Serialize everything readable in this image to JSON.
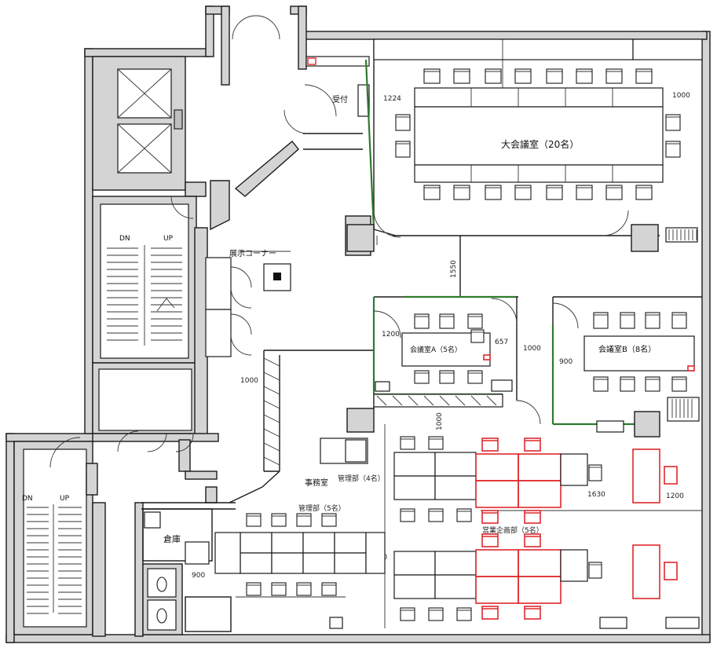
{
  "labels": {
    "large_meeting": "大会議室（20名）",
    "meeting_a": "会議室A（5名）",
    "meeting_b": "会議室B（8名）",
    "reception": "受付",
    "display_corner": "展示コーナー",
    "office": "事務室",
    "storage": "倉庫",
    "admin_group": "管理部（5名）",
    "eng_group": "管理部（4名）",
    "sales_group": "営業企画部（5名）",
    "stair_dn": "DN",
    "stair_up": "UP",
    "stair2_dn": "DN",
    "stair2_up": "UP"
  },
  "dimensions": {
    "d1": "1224",
    "d2": "1000",
    "d3": "1200",
    "d4": "1000",
    "d5": "1000",
    "d6": "900",
    "d7": "1000",
    "d8": "1630",
    "d9": "1200",
    "d10": "900",
    "d11": "900",
    "d12": "1550",
    "d13": "657"
  },
  "colors": {
    "new_layout": "#e0282c",
    "partition": "#2f7a2f",
    "wall": "#d4d4d4"
  }
}
